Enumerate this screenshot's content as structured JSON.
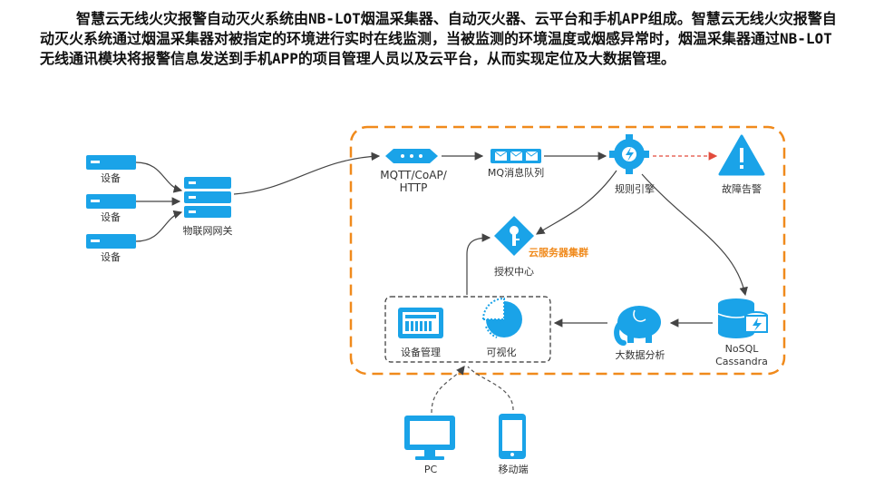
{
  "description": {
    "text": "智慧云无线火灾报警自动灭火系统由NB-LOT烟温采集器、自动灭火器、云平台和手机APP组成。智慧云无线火灾报警自动灭火系统通过烟温采集器对被指定的环境进行实时在线监测，当被监测的环境温度或烟感异常时，烟温采集器通过NB-LOT无线通讯模块将报警信息发送到手机APP的项目管理人员以及云平台，从而实现定位及大数据管理。"
  },
  "diagram": {
    "devices": [
      "设备",
      "设备",
      "设备"
    ],
    "gateway": "物联网网关",
    "protocol_line1": "MQTT/CoAP/",
    "protocol_line2": "HTTP",
    "mq": "MQ消息队列",
    "rule_engine": "规则引擎",
    "fault_alarm": "故障告警",
    "auth_center": "授权中心",
    "cloud_cluster": "云服务器集群",
    "nosql_line1": "NoSQL",
    "nosql_line2": "Cassandra",
    "big_data": "大数据分析",
    "device_mgmt": "设备管理",
    "visualization": "可视化",
    "pc": "PC",
    "mobile": "移动端"
  },
  "colors": {
    "accent_blue": "#1aa3e8",
    "cloud_border": "#f08a1c",
    "text": "#333333"
  }
}
